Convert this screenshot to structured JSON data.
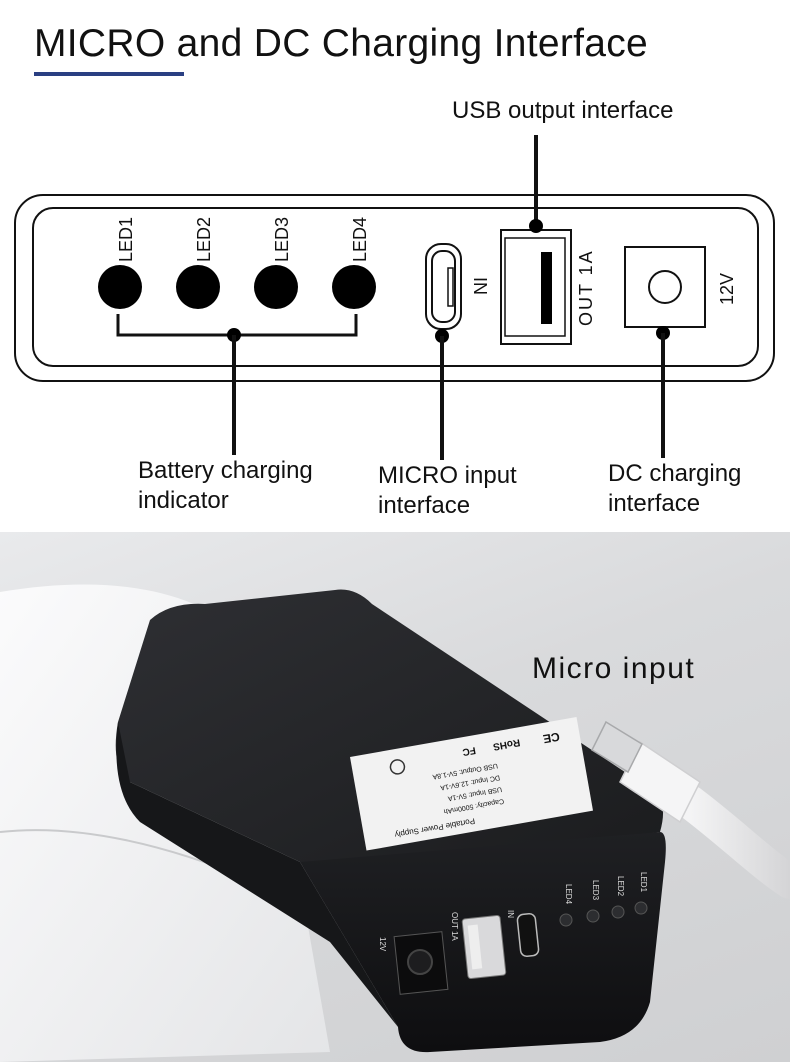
{
  "title": "MICRO and DC Charging Interface",
  "colors": {
    "accent": "#2a3f82",
    "ink": "#111111",
    "device": "#232427"
  },
  "callouts": {
    "usb_output": "USB output interface",
    "battery_indicator_line1": "Battery charging",
    "battery_indicator_line2": "indicator",
    "micro_input_line1": "MICRO input",
    "micro_input_line2": "interface",
    "dc_charging_line1": "DC charging",
    "dc_charging_line2": "interface"
  },
  "panel": {
    "leds": [
      "LED1",
      "LED2",
      "LED3",
      "LED4"
    ],
    "micro_port_label": "IN",
    "usb_port_label": "OUT 1A",
    "dc_port_label": "12V"
  },
  "photo": {
    "caption": "Micro input",
    "device_label_lines": [
      "Portable Power Supply",
      "Capacity: 5000mAh",
      "USB Input: 5V-1A",
      "DC Input: 12.6V-1A",
      "USB Output: 5V-1.8A"
    ],
    "device_marks": [
      "RoHS",
      "CE",
      "FC"
    ],
    "device_leds": [
      "LED1",
      "LED2",
      "LED3",
      "LED4"
    ],
    "device_port_labels": [
      "IN",
      "OUT 1A",
      "12V"
    ]
  }
}
